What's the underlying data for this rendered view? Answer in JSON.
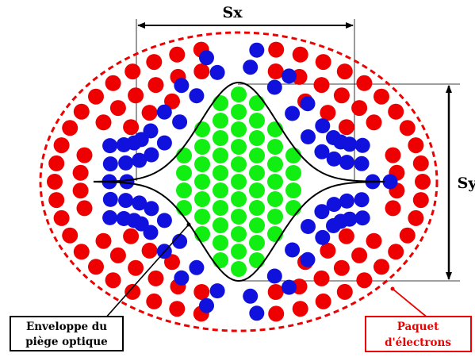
{
  "labels": {
    "sx": "Sx",
    "sy": "Sy",
    "trap_envelope": [
      "Enveloppe du",
      "piège optique"
    ],
    "electron_bunch": [
      "Paquet",
      "d'électrons"
    ]
  },
  "colors": {
    "outer_particles": "#ee0000",
    "middle_particles": "#1111dd",
    "core_particles": "#11ee11",
    "bunch_outline": "#ee0000",
    "lines": "#000000",
    "electron_callout_text": "#ee0000"
  }
}
